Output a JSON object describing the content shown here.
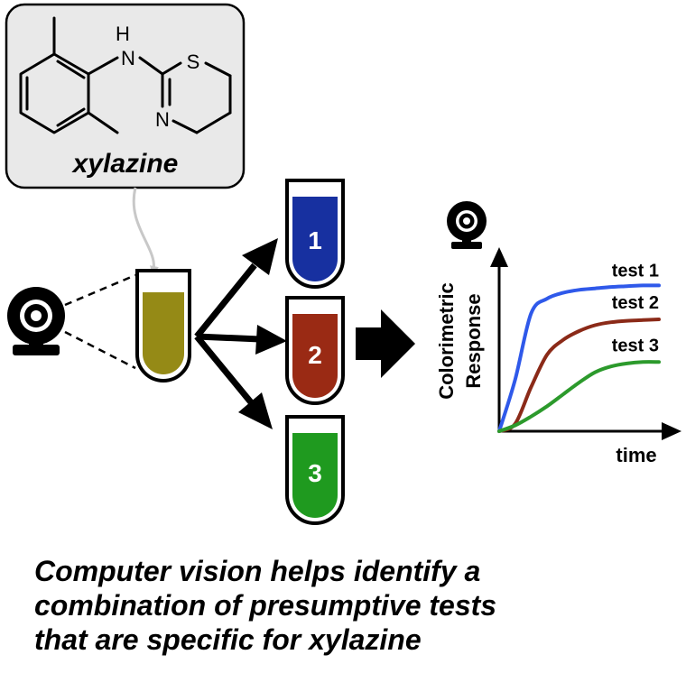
{
  "molecule": {
    "name": "xylazine",
    "atoms": {
      "h": "H",
      "n_amine": "N",
      "s": "S",
      "n_ring": "N"
    }
  },
  "tubes": [
    {
      "label": "1",
      "color": "#1730a0"
    },
    {
      "label": "2",
      "color": "#9a2a14"
    },
    {
      "label": "3",
      "color": "#1f9a1f"
    }
  ],
  "sample": {
    "color": "#958a16"
  },
  "chart_data": {
    "type": "line",
    "xlabel": "time",
    "ylabel": [
      "Colorimetric",
      "Response"
    ],
    "series": [
      {
        "name": "test 1",
        "color": "#2f59ea",
        "values": [
          0,
          0.35,
          0.8,
          0.9,
          0.94,
          0.96,
          0.97,
          0.98,
          0.985,
          0.99,
          0.99
        ]
      },
      {
        "name": "test 2",
        "color": "#8b2a18",
        "values": [
          0,
          0.05,
          0.3,
          0.52,
          0.62,
          0.68,
          0.72,
          0.74,
          0.75,
          0.755,
          0.76
        ]
      },
      {
        "name": "test 3",
        "color": "#2c9a2c",
        "values": [
          0,
          0.04,
          0.1,
          0.17,
          0.25,
          0.33,
          0.4,
          0.44,
          0.46,
          0.47,
          0.47
        ]
      }
    ],
    "x": [
      0,
      1,
      2,
      3,
      4,
      5,
      6,
      7,
      8,
      9,
      10
    ],
    "ylim": [
      0,
      1.25
    ],
    "grid": false
  },
  "caption": {
    "line1": "Computer vision helps identify a",
    "line2": "combination of presumptive tests",
    "line3": "that are specific for xylazine"
  }
}
